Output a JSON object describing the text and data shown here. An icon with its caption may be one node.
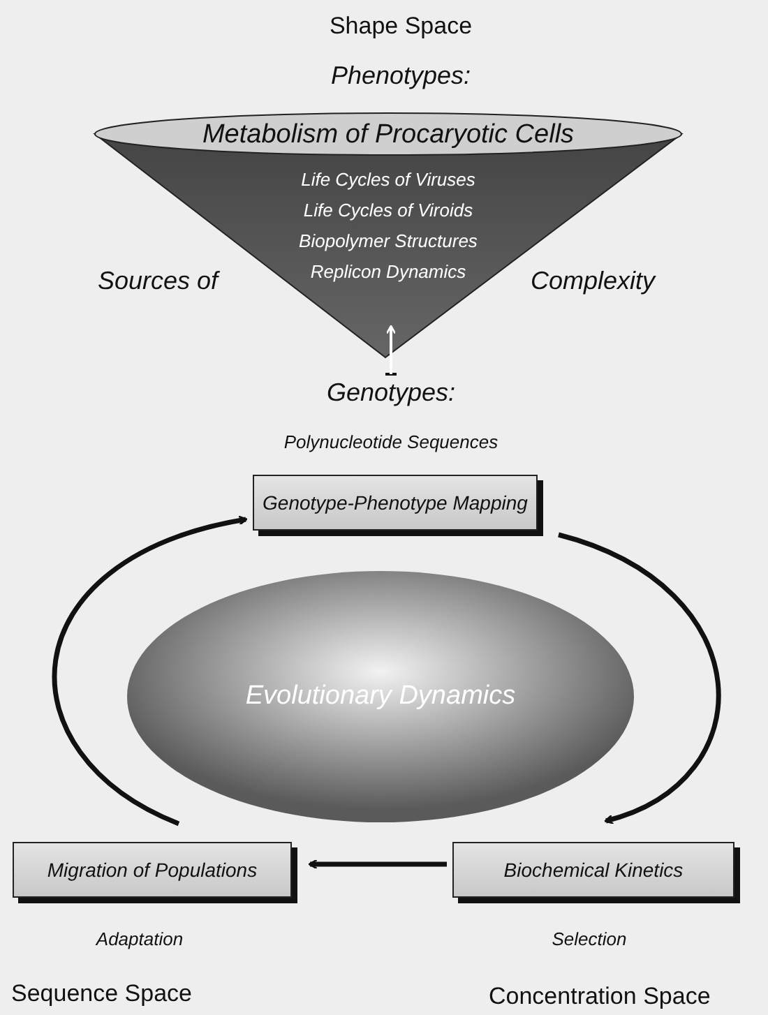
{
  "diagram": {
    "nodes": [
      {
        "text": [
          "Metabolism of Procaryotic Cells",
          "Life Cycles of Viruses",
          "Life Cycles of Viroids",
          "Biopolymer Structures",
          "Replicon Dynamics"
        ]
      },
      {
        "text": [
          "Genotypes:",
          "Polynucleotide Sequences"
        ]
      },
      {
        "text": [
          "Genotype-Phenotype Mapping"
        ]
      },
      {
        "text": [
          "Evolutionary Dynamics"
        ]
      },
      {
        "text": [
          "Biochemical Kinetics"
        ]
      },
      {
        "text": [
          "Migration of Populations"
        ]
      }
    ],
    "edges": [
      {
        "from": 1,
        "to": 0,
        "arrow": "to",
        "color": "#ffffff"
      },
      {
        "from": 2,
        "to": 4,
        "arrow": "to"
      },
      {
        "from": 4,
        "to": 5,
        "arrow": "to"
      },
      {
        "from": 5,
        "to": 2,
        "arrow": "to"
      }
    ],
    "labels": [
      "Shape Space",
      "Phenotypes:",
      "Sources of",
      "Complexity",
      "Adaptation",
      "Selection",
      "Sequence Space",
      "Concentration Space"
    ]
  }
}
